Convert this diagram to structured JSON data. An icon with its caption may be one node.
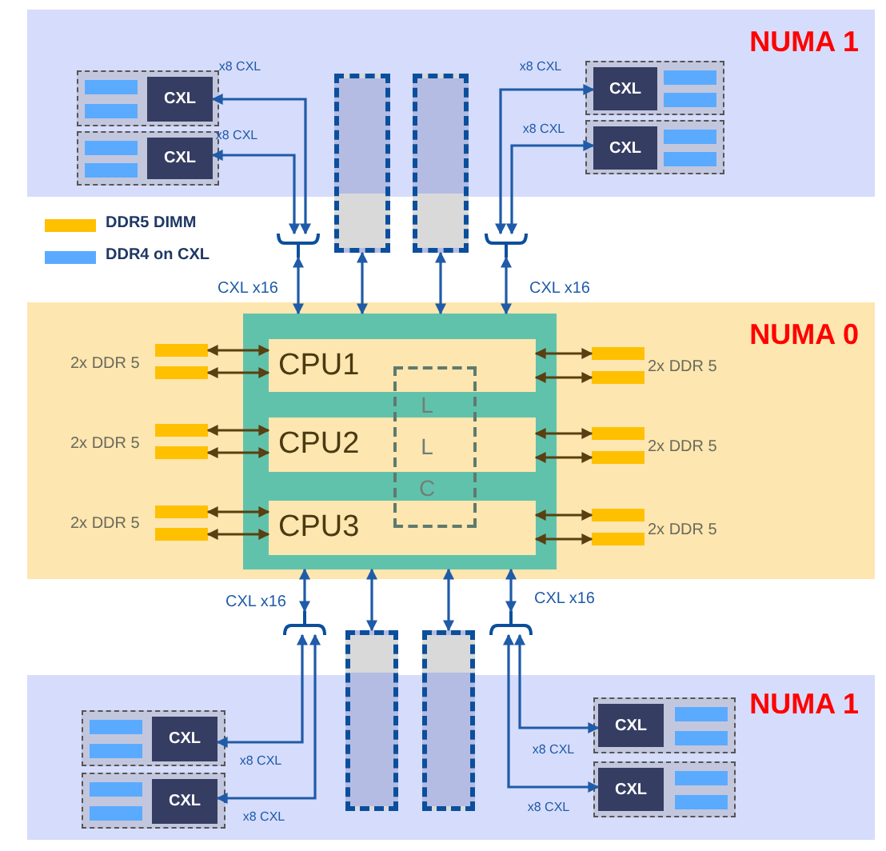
{
  "diagram": {
    "nodes": [
      {
        "text": [
          "NUMA 1"
        ]
      },
      {
        "text": [],
        "shape": "box",
        "in": 0
      },
      {
        "text": [
          "CXL"
        ],
        "in": 1
      },
      {
        "text": [],
        "shape": "box",
        "in": 0
      },
      {
        "text": [
          "CXL"
        ],
        "in": 3
      },
      {
        "text": [],
        "shape": "box",
        "in": 0
      },
      {
        "text": [
          "CXL"
        ],
        "in": 5
      },
      {
        "text": [],
        "shape": "box",
        "in": 0
      },
      {
        "text": [
          "CXL"
        ],
        "in": 7
      },
      {
        "text": [],
        "shape": "bar"
      },
      {
        "text": [],
        "shape": "bar"
      },
      {
        "text": [],
        "shape": "bracket"
      },
      {
        "text": [],
        "shape": "bracket"
      },
      {
        "text": [
          "NUMA 0"
        ]
      },
      {
        "text": [],
        "shape": "box",
        "in": 13
      },
      {
        "text": [
          "CPU1"
        ],
        "in": 14
      },
      {
        "text": [
          "CPU2"
        ],
        "in": 14
      },
      {
        "text": [
          "CPU3"
        ],
        "in": 14
      },
      {
        "text": [
          "LLC"
        ],
        "in": 14
      },
      {
        "text": [],
        "shape": "bar",
        "in": 13
      },
      {
        "text": [],
        "shape": "bar",
        "in": 13
      },
      {
        "text": [],
        "shape": "bar",
        "in": 13
      },
      {
        "text": [],
        "shape": "bar",
        "in": 13
      },
      {
        "text": [],
        "shape": "bar",
        "in": 13
      },
      {
        "text": [],
        "shape": "bar",
        "in": 13
      },
      {
        "text": [],
        "shape": "bar",
        "in": 13
      },
      {
        "text": [],
        "shape": "bar",
        "in": 13
      },
      {
        "text": [],
        "shape": "bar",
        "in": 13
      },
      {
        "text": [],
        "shape": "bar",
        "in": 13
      },
      {
        "text": [],
        "shape": "bar",
        "in": 13
      },
      {
        "text": [],
        "shape": "bar",
        "in": 13
      },
      {
        "text": [],
        "shape": "bracket"
      },
      {
        "text": [],
        "shape": "bracket"
      },
      {
        "text": [],
        "shape": "bar"
      },
      {
        "text": [],
        "shape": "bar"
      },
      {
        "text": [
          "NUMA 1"
        ]
      },
      {
        "text": [],
        "shape": "box",
        "in": 35
      },
      {
        "text": [
          "CXL"
        ],
        "in": 36
      },
      {
        "text": [],
        "shape": "box",
        "in": 35
      },
      {
        "text": [
          "CXL"
        ],
        "in": 38
      },
      {
        "text": [],
        "shape": "box",
        "in": 35
      },
      {
        "text": [
          "CXL"
        ],
        "in": 40
      },
      {
        "text": [],
        "shape": "box",
        "in": 35
      },
      {
        "text": [
          "CXL"
        ],
        "in": 42
      }
    ],
    "edges": [
      {
        "from": 2,
        "to": 11,
        "arrow": "both",
        "label": "x8 CXL"
      },
      {
        "from": 4,
        "to": 11,
        "arrow": "both",
        "label": "x8 CXL"
      },
      {
        "from": 6,
        "to": 12,
        "arrow": "both",
        "label": "x8 CXL"
      },
      {
        "from": 8,
        "to": 12,
        "arrow": "both",
        "label": "x8 CXL"
      },
      {
        "from": 11,
        "to": 14,
        "arrow": "both",
        "label": "CXL x16"
      },
      {
        "from": 9,
        "to": 14,
        "arrow": "both"
      },
      {
        "from": 10,
        "to": 14,
        "arrow": "both"
      },
      {
        "from": 12,
        "to": 14,
        "arrow": "both",
        "label": "CXL x16"
      },
      {
        "from": 19,
        "to": 15,
        "arrow": "both",
        "color": "#5a4010"
      },
      {
        "from": 20,
        "to": 15,
        "arrow": "both",
        "color": "#5a4010"
      },
      {
        "from": 21,
        "to": 16,
        "arrow": "both",
        "color": "#5a4010"
      },
      {
        "from": 22,
        "to": 16,
        "arrow": "both",
        "color": "#5a4010"
      },
      {
        "from": 23,
        "to": 17,
        "arrow": "both",
        "color": "#5a4010"
      },
      {
        "from": 24,
        "to": 17,
        "arrow": "both",
        "color": "#5a4010"
      },
      {
        "from": 25,
        "to": 15,
        "arrow": "both",
        "color": "#5a4010"
      },
      {
        "from": 26,
        "to": 15,
        "arrow": "both",
        "color": "#5a4010"
      },
      {
        "from": 27,
        "to": 16,
        "arrow": "both",
        "color": "#5a4010"
      },
      {
        "from": 28,
        "to": 16,
        "arrow": "both",
        "color": "#5a4010"
      },
      {
        "from": 29,
        "to": 17,
        "arrow": "both",
        "color": "#5a4010"
      },
      {
        "from": 30,
        "to": 17,
        "arrow": "both",
        "color": "#5a4010"
      },
      {
        "from": 14,
        "to": 31,
        "arrow": "both",
        "label": "CXL x16"
      },
      {
        "from": 14,
        "to": 33,
        "arrow": "both"
      },
      {
        "from": 14,
        "to": 34,
        "arrow": "both"
      },
      {
        "from": 14,
        "to": 32,
        "arrow": "both",
        "label": "CXL x16"
      },
      {
        "from": 37,
        "to": 31,
        "arrow": "both",
        "label": "x8 CXL"
      },
      {
        "from": 39,
        "to": 31,
        "arrow": "both",
        "label": "x8 CXL"
      },
      {
        "from": 41,
        "to": 32,
        "arrow": "both",
        "label": "x8 CXL"
      },
      {
        "from": 43,
        "to": 32,
        "arrow": "both",
        "label": "x8 CXL"
      }
    ],
    "labels": [
      "2x DDR 5",
      "2x DDR 5",
      "2x DDR 5",
      "2x DDR 5",
      "2x DDR 5",
      "2x DDR 5"
    ],
    "legend": [
      {
        "text": "DDR5 DIMM",
        "color": "#ffc000"
      },
      {
        "text": "DDR4 on CXL",
        "color": "#5aabff"
      }
    ]
  }
}
